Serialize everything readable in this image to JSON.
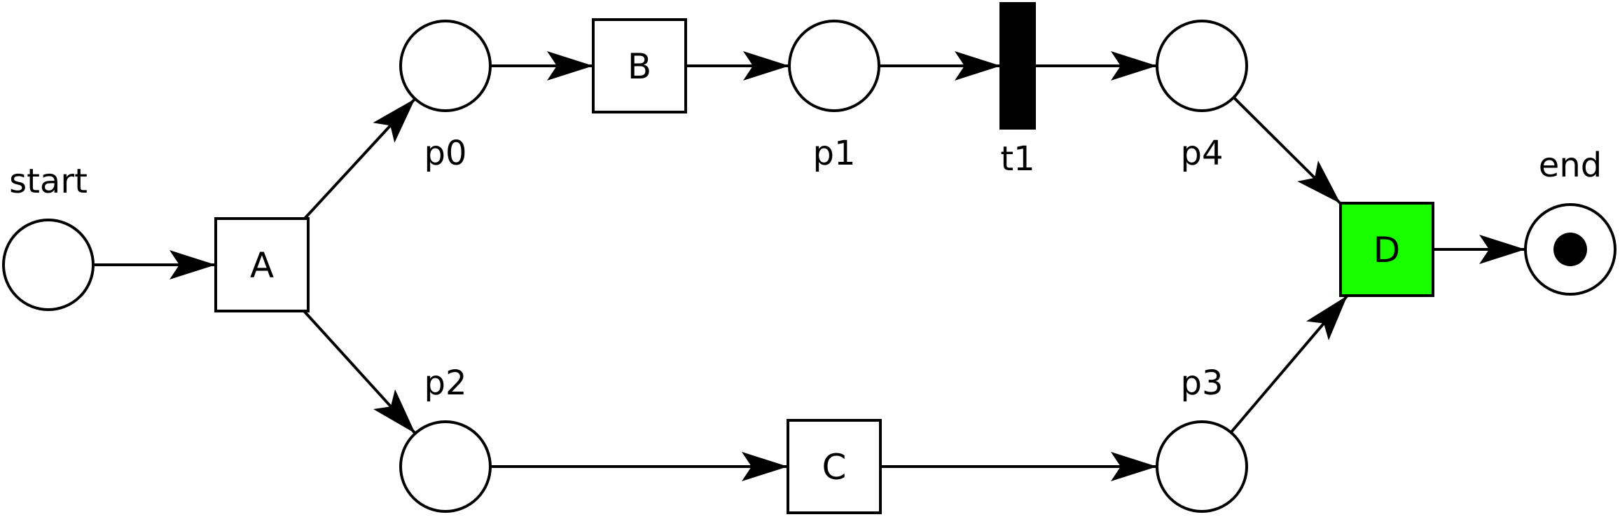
{
  "places": [
    {
      "id": "start",
      "label": "start",
      "tokens": 0
    },
    {
      "id": "p0",
      "label": "p0",
      "tokens": 0
    },
    {
      "id": "p1",
      "label": "p1",
      "tokens": 0
    },
    {
      "id": "p2",
      "label": "p2",
      "tokens": 0
    },
    {
      "id": "p3",
      "label": "p3",
      "tokens": 0
    },
    {
      "id": "p4",
      "label": "p4",
      "tokens": 0
    },
    {
      "id": "end",
      "label": "end",
      "tokens": 1
    }
  ],
  "transitions": [
    {
      "id": "A",
      "label": "A",
      "kind": "visible",
      "enabled": false,
      "fill": "#ffffff"
    },
    {
      "id": "B",
      "label": "B",
      "kind": "visible",
      "enabled": false,
      "fill": "#ffffff"
    },
    {
      "id": "C",
      "label": "C",
      "kind": "visible",
      "enabled": false,
      "fill": "#ffffff"
    },
    {
      "id": "t1",
      "label": "t1",
      "kind": "silent",
      "enabled": false,
      "fill": "#000000"
    },
    {
      "id": "D",
      "label": "D",
      "kind": "visible",
      "enabled": true,
      "fill": "#1aff00"
    }
  ],
  "arcs": [
    {
      "from": "start",
      "to": "A"
    },
    {
      "from": "A",
      "to": "p0"
    },
    {
      "from": "A",
      "to": "p2"
    },
    {
      "from": "p0",
      "to": "B"
    },
    {
      "from": "B",
      "to": "p1"
    },
    {
      "from": "p1",
      "to": "t1"
    },
    {
      "from": "t1",
      "to": "p4"
    },
    {
      "from": "p2",
      "to": "C"
    },
    {
      "from": "C",
      "to": "p3"
    },
    {
      "from": "p4",
      "to": "D"
    },
    {
      "from": "p3",
      "to": "D"
    },
    {
      "from": "D",
      "to": "end"
    }
  ],
  "colors": {
    "stroke": "#000000",
    "background": "#ffffff",
    "enabled_transition": "#1aff00"
  }
}
